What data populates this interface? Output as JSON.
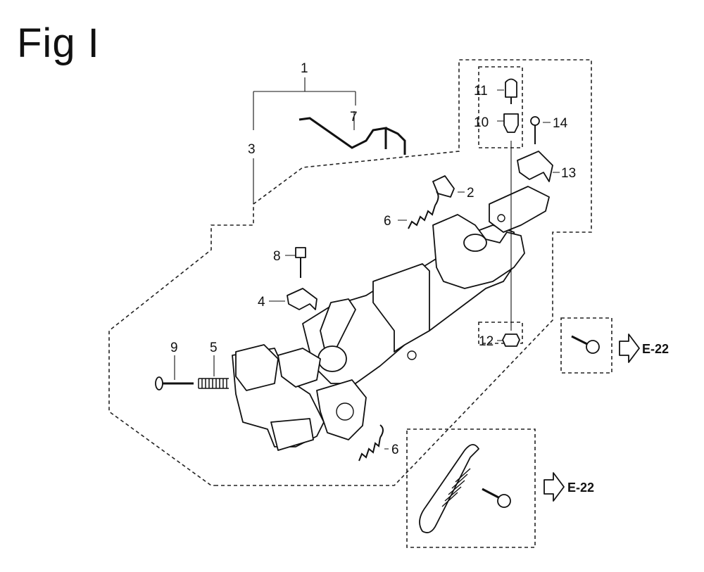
{
  "figure": {
    "title": "Fig I"
  },
  "callouts": [
    "1",
    "2",
    "3",
    "4",
    "5",
    "6",
    "6",
    "7",
    "8",
    "9",
    "10",
    "11",
    "12",
    "13",
    "14"
  ],
  "references": {
    "upper": "E-22",
    "lower": "E-22"
  }
}
